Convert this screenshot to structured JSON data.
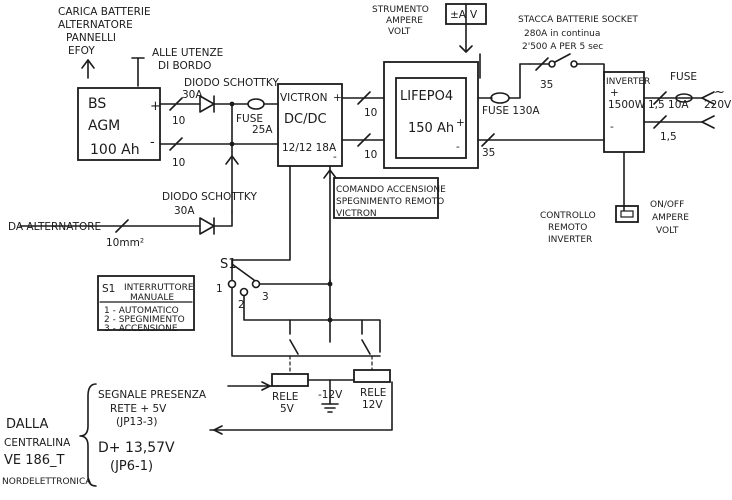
{
  "labels": {
    "charger_note": [
      "CARICA BATTERIE",
      "ALTERNATORE",
      "PANNELLI",
      "EFOY"
    ],
    "utenze": [
      "ALLE UTENZE",
      "DI BORDO"
    ],
    "battery_agm": [
      "BS",
      "AGM",
      "100 Ah"
    ],
    "diode_top": [
      "DIODO SCHOTTKY",
      "30A"
    ],
    "wire_10_a": "10",
    "wire_10_b": "10",
    "fuse_25": [
      "FUSE",
      "25A"
    ],
    "victron": [
      "VICTRON",
      "DC/DC",
      "12/12 18A"
    ],
    "wire_10_c": "10",
    "wire_10_d": "10",
    "lifepo": [
      "LIFEPO4",
      "150 Ah"
    ],
    "meter_labels": [
      "STRUMENTO",
      "AMPERE",
      "VOLT"
    ],
    "meter_box": "±A",
    "meter_box_v": "V",
    "fuse_130": "FUSE 130A",
    "wire_35_a": "35",
    "wire_35_b": "35",
    "stacca": [
      "STACCA BATTERIE SOCKET",
      "280A in continua",
      "2'500 A PER 5 sec"
    ],
    "inverter": [
      "INVERTER",
      "1500W"
    ],
    "fuse_10": [
      "FUSE",
      "1,5 10A"
    ],
    "wire_15": "1,5",
    "out_220": "220V",
    "out_ac": "~",
    "diode_bottom": [
      "DIODO SCHOTTKY",
      "30A"
    ],
    "alternatore": "DA ALTERNATORE",
    "wire_10mm": "10mm²",
    "comando": [
      "COMANDO ACCENSIONE",
      "SPEGNIMENTO REMOTO",
      "VICTRON"
    ],
    "controllo": [
      "CONTROLLO",
      "REMOTO",
      "INVERTER"
    ],
    "onoff": [
      "ON/OFF",
      "AMPERE",
      "VOLT"
    ],
    "s1_label": "S1",
    "switch_pos": [
      "1",
      "2",
      "3"
    ],
    "legend_title": [
      "S1",
      "INTERRUTTORE",
      "MANUALE"
    ],
    "legend_items": [
      "1 - AUTOMATICO",
      "2 - SPEGNIMENTO",
      "3 - ACCENSIONE"
    ],
    "relay_5v": [
      "RELE",
      "5V"
    ],
    "relay_12v": [
      "RELE",
      "12V"
    ],
    "minus12": "-12V",
    "segnale": [
      "SEGNALE PRESENZA",
      "RETE + 5V",
      "(JP13-3)"
    ],
    "dalla": [
      "DALLA",
      "CENTRALINA",
      "VE 186_T",
      "NORDELETTRONICA"
    ],
    "dplus": [
      "D+ 13,57V",
      "(JP6-1)"
    ]
  }
}
